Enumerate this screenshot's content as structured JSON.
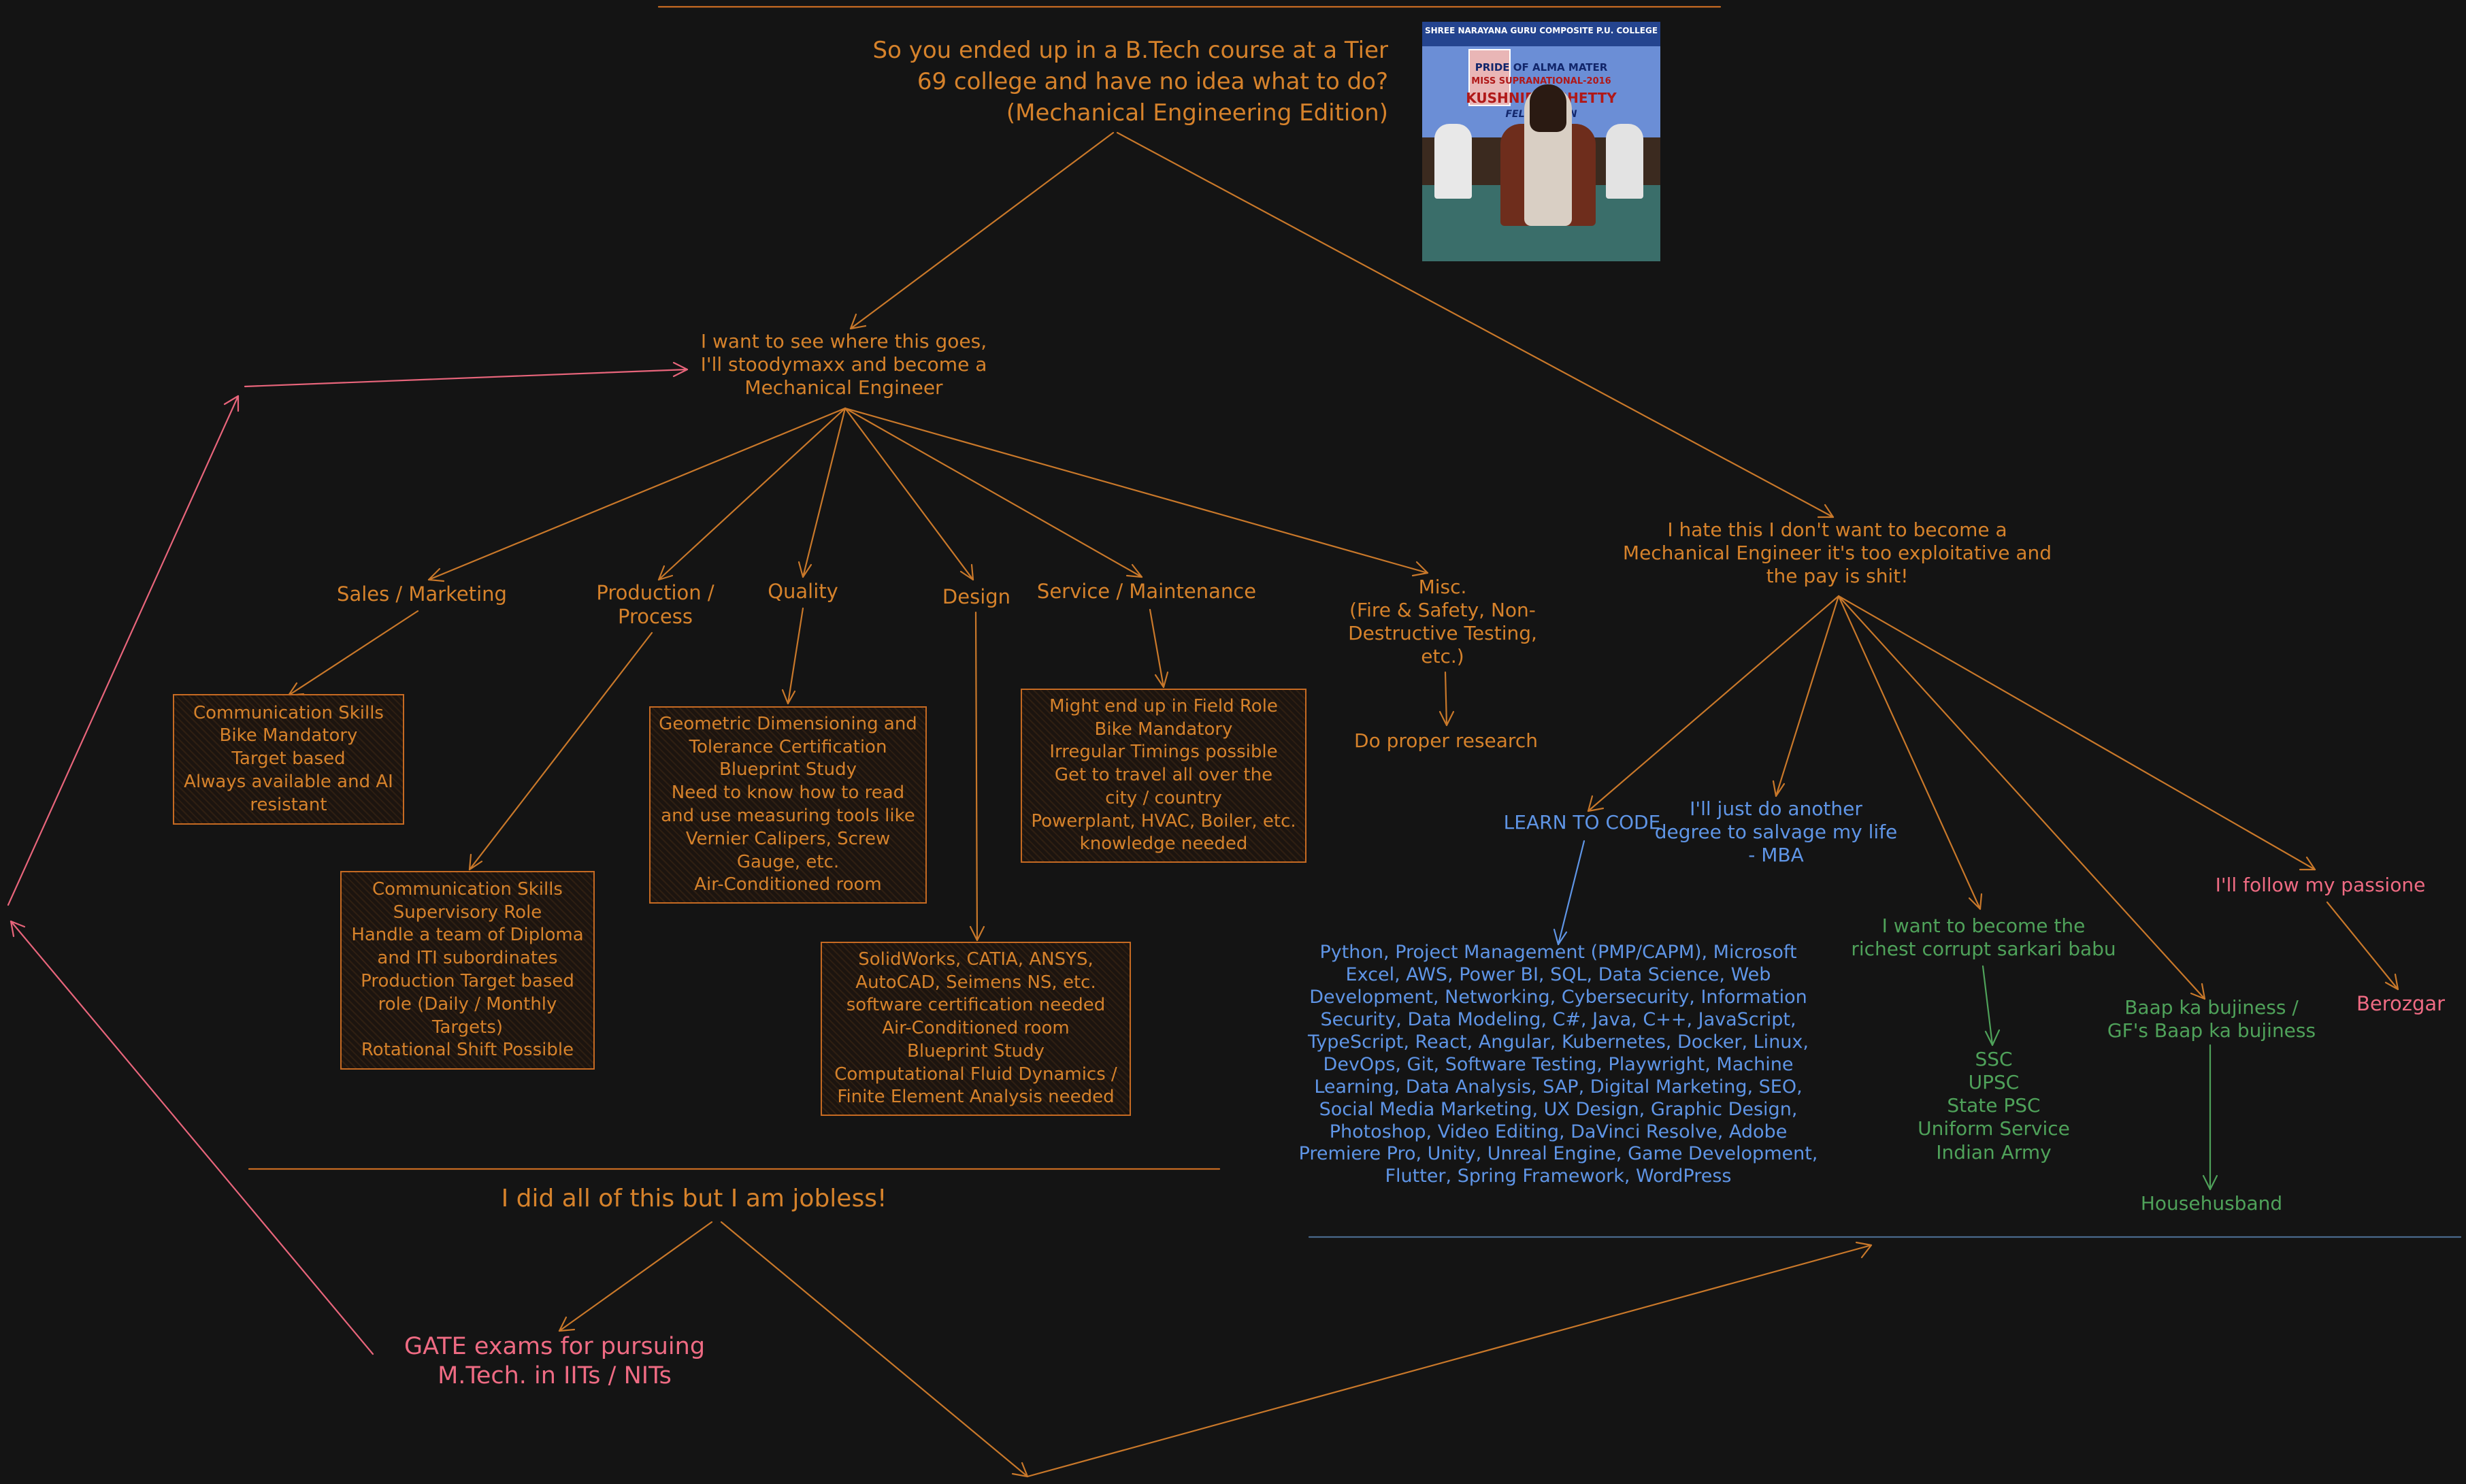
{
  "colors": {
    "background": "#141414",
    "orange": "#d6822b",
    "pink": "#ef6b83",
    "blue": "#5f95e6",
    "green": "#4fa25a",
    "divider_blue": "#4a6a8c"
  },
  "title": [
    "So you ended up in a B.Tech course at a Tier",
    "69 college and have no idea what to do?",
    "(Mechanical Engineering Edition)"
  ],
  "photo": {
    "banner_lines": [
      "SHREE NARAYANA GURU COMPOSITE P.U. COLLEGE",
      "PRIDE OF ALMA MATER",
      "MISS SUPRANATIONAL-2016",
      "KUSHNIDHI SHETTY",
      "FELICITATION"
    ]
  },
  "stoodymaxx": [
    "I want to see where this goes,",
    "I'll stoodymaxx and become a",
    "Mechanical Engineer"
  ],
  "hate": [
    "I hate this I don't want to become a",
    "Mechanical Engineer it's too exploitative and",
    "the pay is shit!"
  ],
  "branches": {
    "sales": "Sales / Marketing",
    "production": [
      "Production /",
      "Process"
    ],
    "quality": "Quality",
    "design": "Design",
    "service": "Service / Maintenance",
    "misc": [
      "Misc.",
      "(Fire & Safety, Non-",
      "Destructive Testing,",
      "etc.)"
    ],
    "research": "Do proper research"
  },
  "boxes": {
    "sales": [
      "Communication Skills",
      "Bike Mandatory",
      "Target based",
      "Always available and AI",
      "resistant"
    ],
    "production": [
      "Communication Skills",
      "Supervisory Role",
      "Handle a team of Diploma",
      "and ITI subordinates",
      "Production Target based",
      "role (Daily / Monthly",
      "Targets)",
      "Rotational Shift Possible"
    ],
    "quality": [
      "Geometric Dimensioning and",
      "Tolerance Certification",
      "Blueprint Study",
      "Need to know how to read",
      "and use measuring tools like",
      "Vernier Calipers, Screw",
      "Gauge, etc.",
      "Air-Conditioned room"
    ],
    "design": [
      "SolidWorks, CATIA, ANSYS,",
      "AutoCAD, Seimens NS, etc.",
      "software certification needed",
      "Air-Conditioned room",
      "Blueprint Study",
      "Computational Fluid Dynamics /",
      "Finite Element Analysis needed"
    ],
    "service": [
      "Might end up in Field Role",
      "Bike Mandatory",
      "Irregular Timings possible",
      "Get to travel all over the",
      "city / country",
      "Powerplant, HVAC, Boiler, etc.",
      "knowledge needed"
    ]
  },
  "jobless": "I did all of this but I am jobless!",
  "gate": [
    "GATE exams for pursuing",
    "M.Tech. in IITs / NITs"
  ],
  "learn_code": "LEARN TO CODE",
  "mba": [
    "I'll just do another",
    "degree to salvage my life",
    "- MBA"
  ],
  "skills": [
    "Python, Project Management (PMP/CAPM), Microsoft",
    "Excel, AWS, Power BI, SQL, Data Science, Web",
    "Development, Networking, Cybersecurity, Information",
    "Security, Data Modeling, C#, Java, C++, JavaScript,",
    "TypeScript, React, Angular, Kubernetes, Docker, Linux,",
    "DevOps, Git, Software Testing, Playwright, Machine",
    "Learning, Data Analysis, SAP, Digital Marketing, SEO,",
    "Social Media Marketing, UX Design, Graphic Design,",
    "Photoshop, Video Editing, DaVinci Resolve, Adobe",
    "Premiere Pro, Unity, Unreal Engine, Game Development,",
    "Flutter, Spring Framework, WordPress"
  ],
  "babu": [
    "I want to become the",
    "richest corrupt sarkari babu"
  ],
  "govt_exams": [
    "SSC",
    "UPSC",
    "State PSC",
    "Uniform Service",
    "Indian Army"
  ],
  "bijness": [
    "Baap ka bujiness /",
    "GF's Baap ka bujiness"
  ],
  "househusband": "Househusband",
  "passione": "I'll follow my passione",
  "berozgar": "Berozgar"
}
